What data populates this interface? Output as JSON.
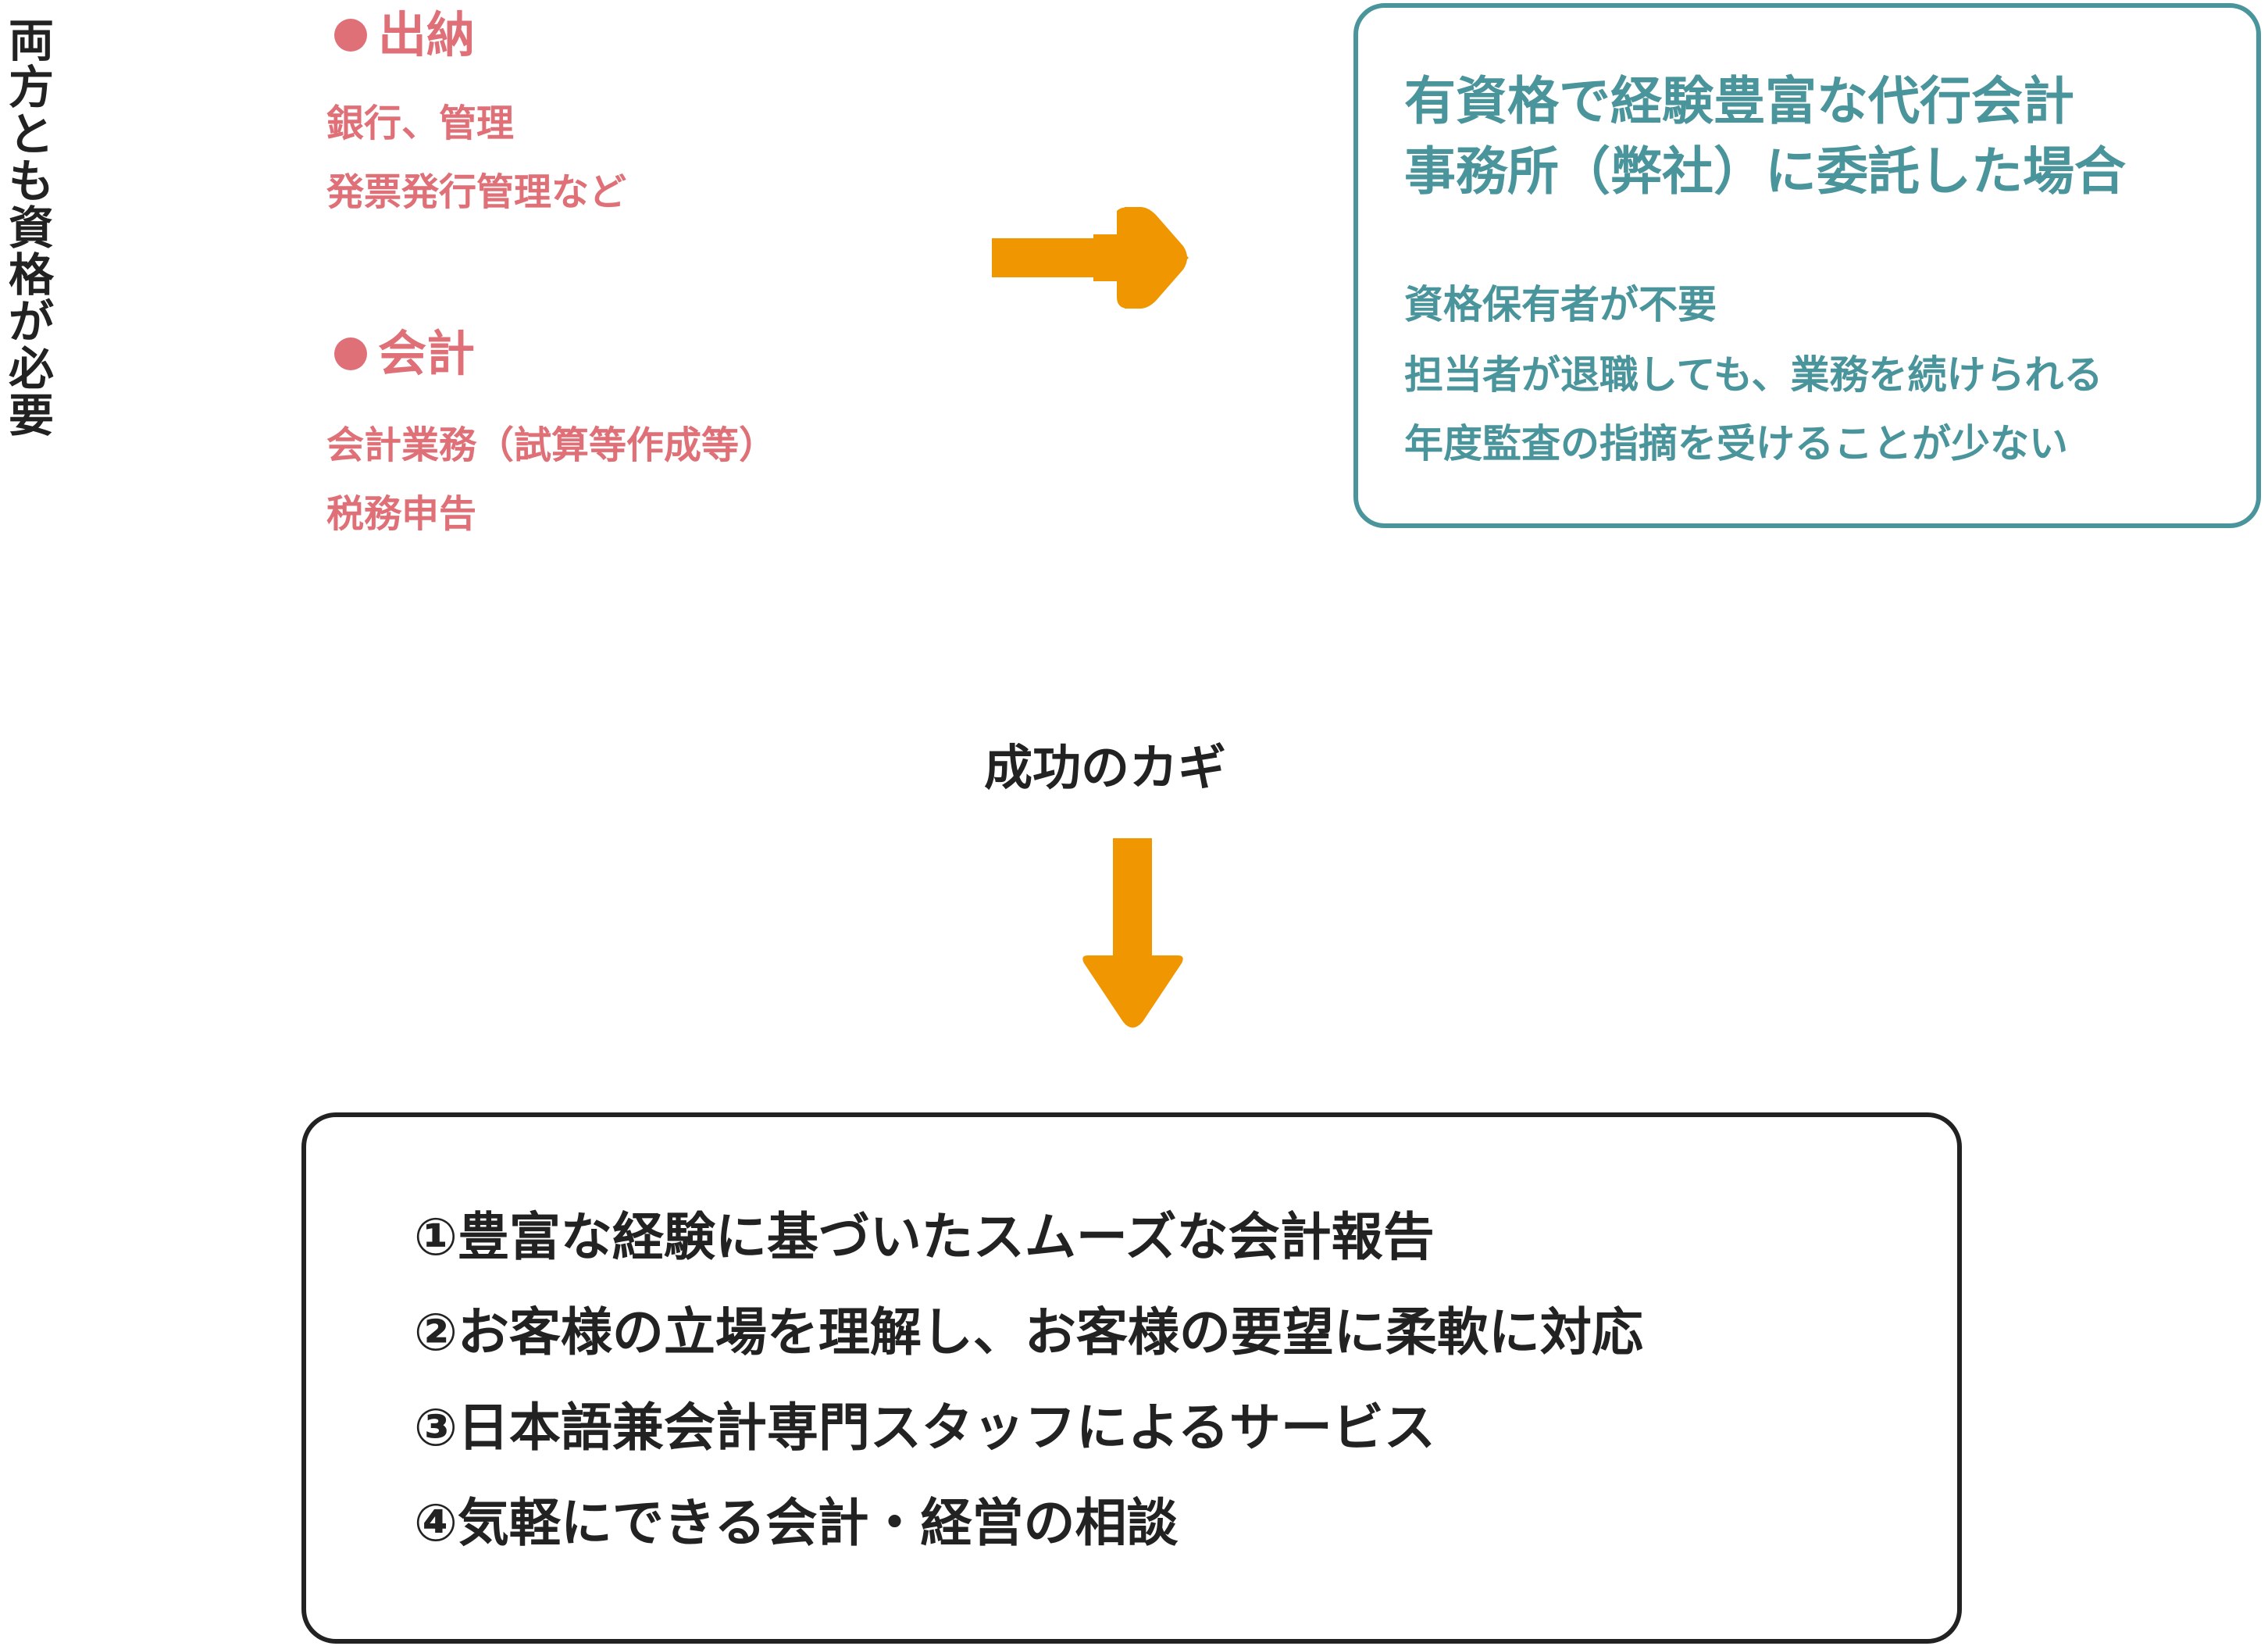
{
  "left_vertical_label": [
    "両",
    "方",
    "と",
    "も",
    "資",
    "格",
    "が",
    "必",
    "要"
  ],
  "sections": [
    {
      "heading": "出納",
      "lines": [
        "銀行、管理",
        "発票発行管理など"
      ]
    },
    {
      "heading": "会計",
      "lines": [
        "会計業務（試算等作成等）",
        "税務申告"
      ]
    }
  ],
  "outsource_box": {
    "title_lines": [
      "有資格で経験豊富な代行会計",
      "事務所（弊社）に委託した場合"
    ],
    "lines": [
      "資格保有者が不要",
      "担当者が退職しても、業務を続けられる",
      "年度監査の指摘を受けることが少ない"
    ]
  },
  "key_label": "成功のカギ",
  "key_points": [
    "①豊富な経験に基づいたスムーズな会計報告",
    "②お客様の立場を理解し、お客様の要望に柔軟に対応",
    "③日本語兼会計専門スタッフによるサービス",
    "④気軽にできる会計・経営の相談"
  ],
  "colors": {
    "pink": "#e07078",
    "teal": "#4a949c",
    "arrow": "#f09600",
    "dark": "#222222"
  }
}
